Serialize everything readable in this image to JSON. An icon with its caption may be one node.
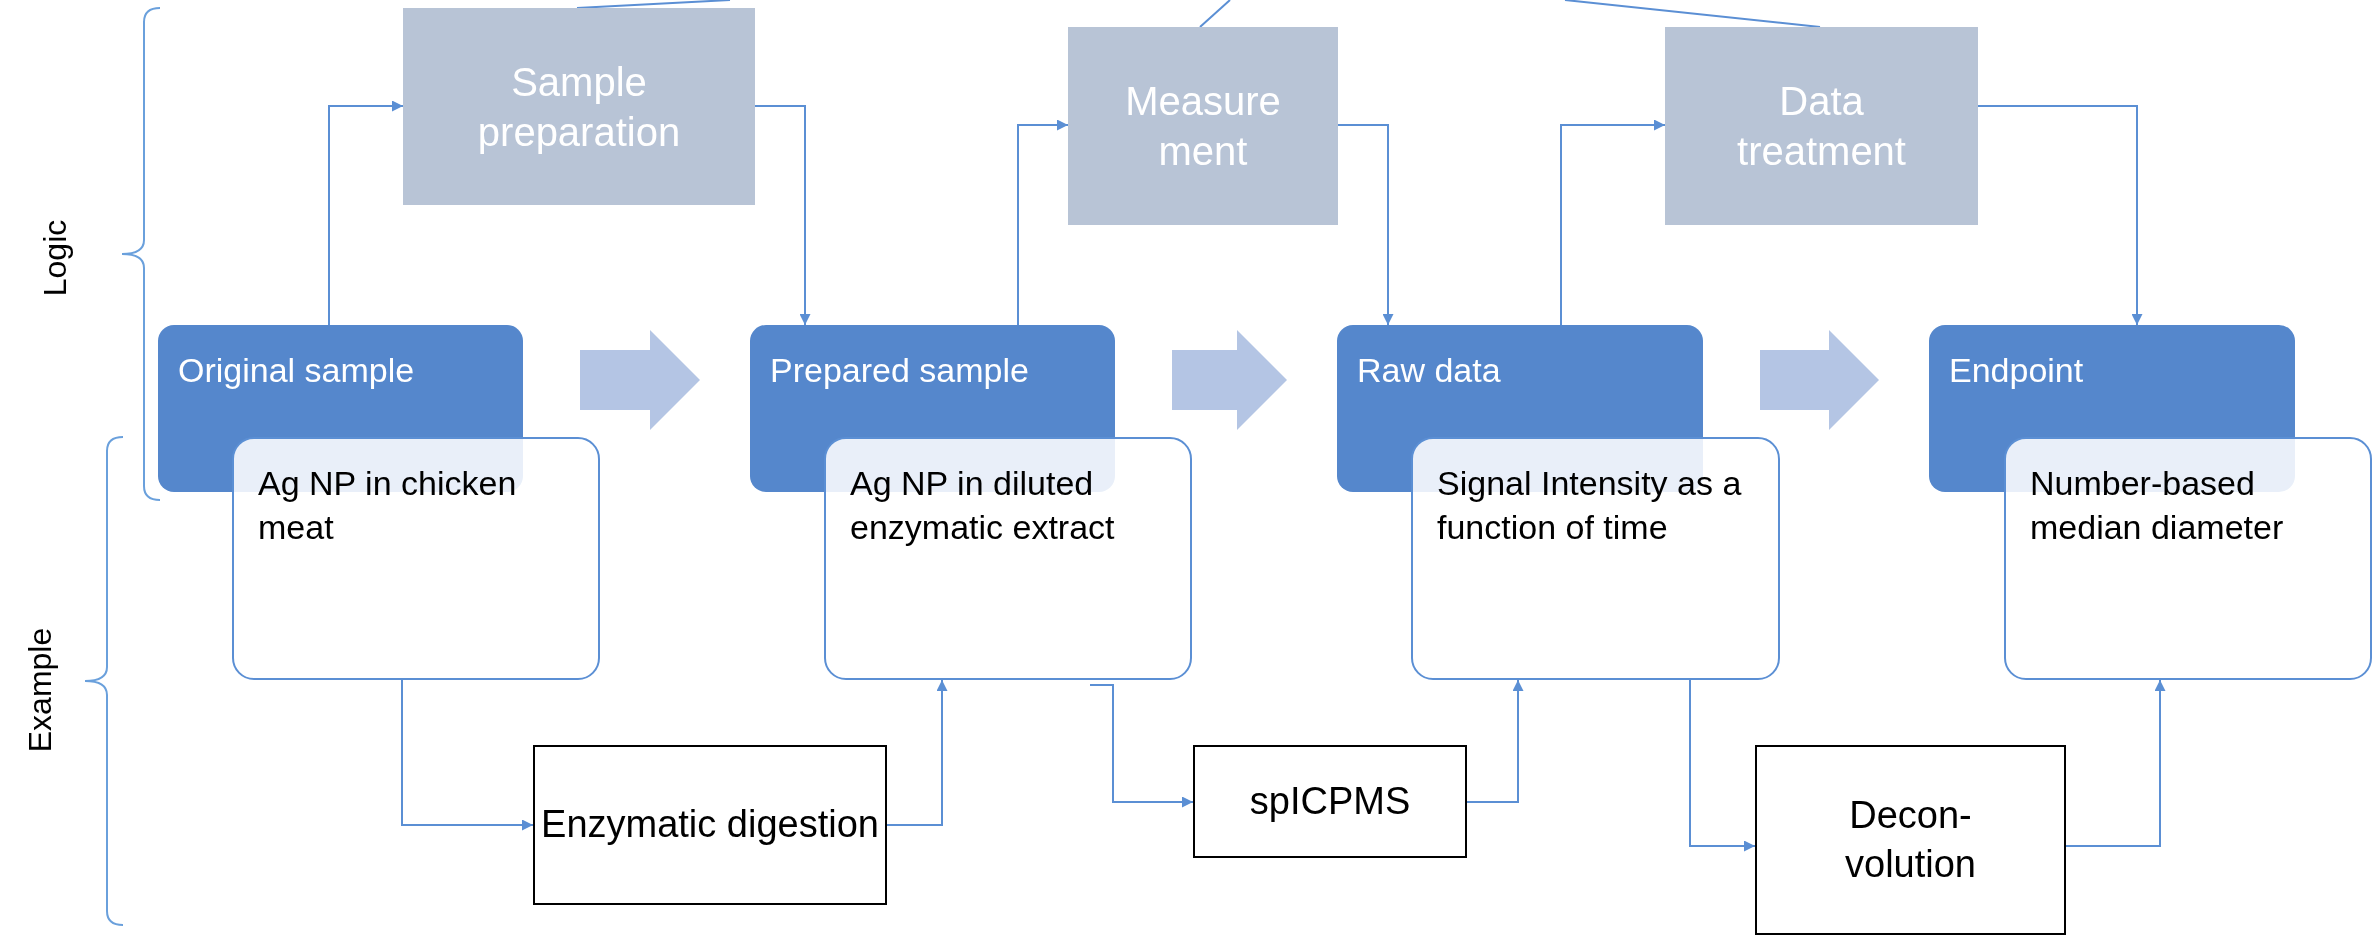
{
  "diagram": {
    "nodes": [
      {
        "text": [
          "Sample preparation"
        ]
      },
      {
        "text": [
          "Measure ment"
        ]
      },
      {
        "text": [
          "Data treatment"
        ]
      },
      {
        "text": [
          "Original sample"
        ]
      },
      {
        "text": [
          "Ag NP in chicken meat"
        ]
      },
      {
        "text": [
          "Prepared sample"
        ]
      },
      {
        "text": [
          "Ag NP in diluted enzymatic extract"
        ]
      },
      {
        "text": [
          "Raw data"
        ]
      },
      {
        "text": [
          "Signal Intensity as a function of time"
        ]
      },
      {
        "text": [
          "Endpoint"
        ]
      },
      {
        "text": [
          "Number-based median diameter"
        ]
      },
      {
        "text": [
          "Enzymatic digestion"
        ]
      },
      {
        "text": [
          "spICPMS"
        ]
      },
      {
        "text": [
          "Decon- volution"
        ]
      }
    ],
    "edges": [
      {
        "from": 3,
        "to": 0,
        "arrow": "to"
      },
      {
        "from": 0,
        "to": 5,
        "arrow": "to"
      },
      {
        "from": 5,
        "to": 1,
        "arrow": "to"
      },
      {
        "from": 1,
        "to": 7,
        "arrow": "to"
      },
      {
        "from": 7,
        "to": 2,
        "arrow": "to"
      },
      {
        "from": 2,
        "to": 9,
        "arrow": "to"
      },
      {
        "from": 4,
        "to": 11,
        "arrow": "to"
      },
      {
        "from": 11,
        "to": 6,
        "arrow": "to"
      },
      {
        "from": 6,
        "to": 12,
        "arrow": "to"
      },
      {
        "from": 12,
        "to": 8,
        "arrow": "to"
      },
      {
        "from": 8,
        "to": 13,
        "arrow": "to"
      },
      {
        "from": 13,
        "to": 10,
        "arrow": "to"
      },
      {
        "from": 3,
        "to": 5,
        "arrow": "to",
        "style": "thick",
        "color": "#b4c5e4"
      },
      {
        "from": 5,
        "to": 7,
        "arrow": "to",
        "style": "thick",
        "color": "#b4c5e4"
      },
      {
        "from": 7,
        "to": 9,
        "arrow": "to",
        "style": "thick",
        "color": "#b4c5e4"
      },
      {
        "from": 0,
        "to": null,
        "arrow": "none"
      },
      {
        "from": 1,
        "to": null,
        "arrow": "none"
      },
      {
        "from": 2,
        "to": null,
        "arrow": "none"
      }
    ],
    "labels": [
      "Logic",
      "Example"
    ]
  }
}
